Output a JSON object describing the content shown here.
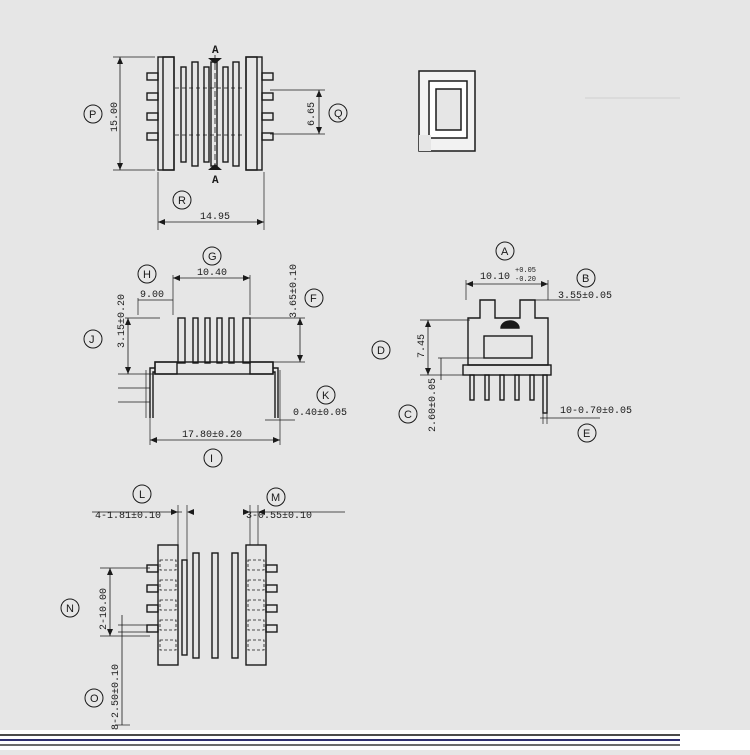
{
  "section_marks": {
    "top": "A",
    "bottom": "A"
  },
  "callouts": {
    "P": "P",
    "Q": "Q",
    "R": "R",
    "G": "G",
    "H": "H",
    "F": "F",
    "J": "J",
    "K": "K",
    "I": "I",
    "A": "A",
    "B": "B",
    "D": "D",
    "C": "C",
    "E": "E",
    "L": "L",
    "M": "M",
    "N": "N",
    "O": "O"
  },
  "dimensions": {
    "P": "15.00",
    "Q": "6.65",
    "R": "14.95",
    "G": "10.40",
    "H": "9.00",
    "F": "3.65±0.10",
    "J": "3.15±0.20",
    "K": "0.40±0.05",
    "I": "17.80±0.20",
    "A_value": "10.10",
    "A_tol_upper": "+0.05",
    "A_tol_lower": "-0.20",
    "B": "3.55±0.05",
    "D": "7.45",
    "C": "2.60±0.05",
    "E": "10-0.70±0.05",
    "L": "4-1.81±0.10",
    "M": "3-0.55±0.10",
    "N": "2-10.00",
    "O": "8-2.50±0.10"
  }
}
